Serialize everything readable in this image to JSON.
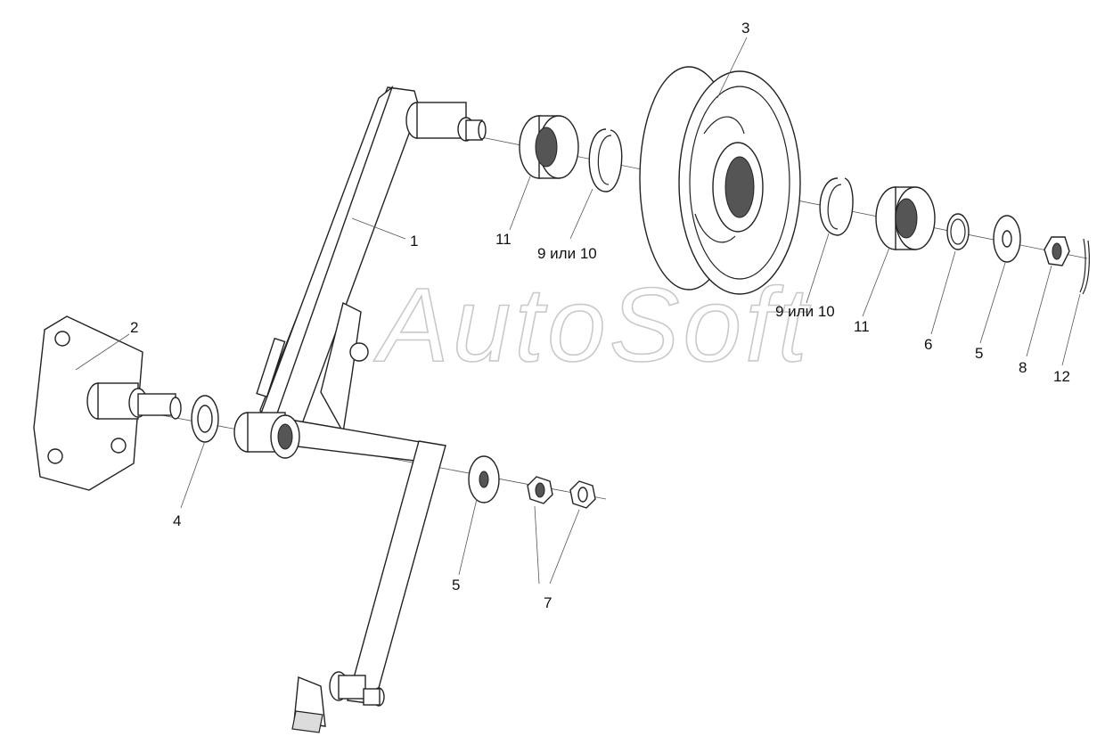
{
  "watermark": "AutoSoft",
  "callouts": [
    {
      "id": "c1",
      "text": "1"
    },
    {
      "id": "c2",
      "text": "2"
    },
    {
      "id": "c3",
      "text": "3"
    },
    {
      "id": "c4",
      "text": "4"
    },
    {
      "id": "c5a",
      "text": "5"
    },
    {
      "id": "c5b",
      "text": "5"
    },
    {
      "id": "c6",
      "text": "6"
    },
    {
      "id": "c7",
      "text": "7"
    },
    {
      "id": "c8",
      "text": "8"
    },
    {
      "id": "c9a",
      "text": "9 или 10"
    },
    {
      "id": "c9b",
      "text": "9 или 10"
    },
    {
      "id": "c11a",
      "text": "11"
    },
    {
      "id": "c11b",
      "text": "11"
    },
    {
      "id": "c12",
      "text": "12"
    }
  ]
}
